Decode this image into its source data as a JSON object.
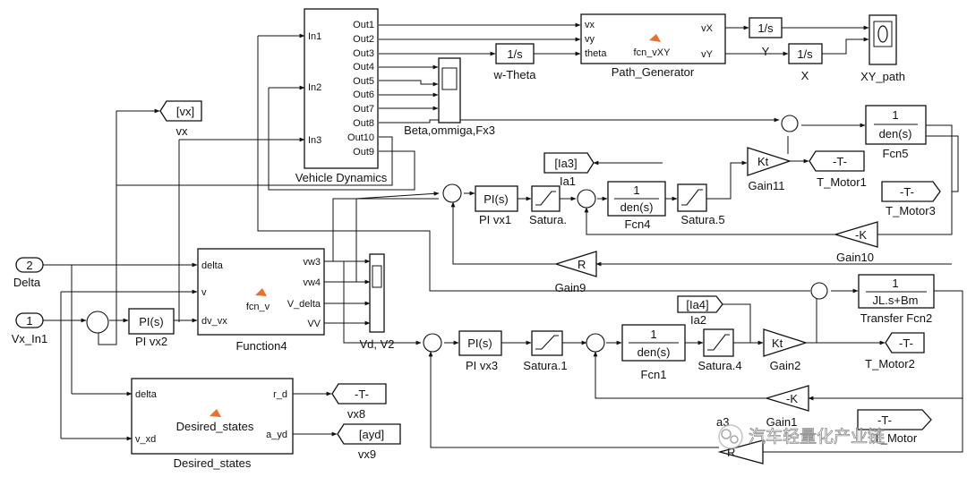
{
  "vehicle_dynamics": {
    "name": "Vehicle Dynamics",
    "inputs": [
      "In1",
      "In2",
      "In3"
    ],
    "outputs": [
      "Out1",
      "Out2",
      "Out3",
      "Out4",
      "Out5",
      "Out6",
      "Out7",
      "Out8",
      "Out10",
      "Out9"
    ]
  },
  "scope_beta": {
    "name": "Beta,ommiga,Fx3"
  },
  "integrator_theta": {
    "text": "1/s",
    "name": "w-Theta"
  },
  "path_generator": {
    "name": "Path_Generator",
    "fcn": "fcn_vXY",
    "inputs": [
      "vx",
      "vy",
      "theta"
    ],
    "outputs": [
      "vX",
      "vY"
    ]
  },
  "integrator_y": {
    "text": "1/s",
    "name": "Y"
  },
  "integrator_x": {
    "text": "1/s",
    "name": "X"
  },
  "xy_graph": {
    "name": "XY_path"
  },
  "goto_vx": {
    "text": "[vx]",
    "name": "vx"
  },
  "goto_ia3": {
    "text": "[Ia3]",
    "name": "Ia1"
  },
  "goto_ia4": {
    "text": "[Ia4]",
    "name": "Ia2"
  },
  "goto_vx8": {
    "text": "-T-",
    "name": "vx8"
  },
  "goto_vx9": {
    "text": "[ayd]",
    "name": "vx9"
  },
  "goto_t_motor1": {
    "text": "-T-",
    "name": "T_Motor1"
  },
  "goto_t_motor2": {
    "text": "-T-",
    "name": "T_Motor2"
  },
  "from_t_motor3": {
    "text": "-T-",
    "name": "T_Motor3"
  },
  "from_t_motor4": {
    "text": "-T-",
    "name": "T_Motor"
  },
  "fcn5": {
    "num": "1",
    "den": "den(s)",
    "name": "Fcn5"
  },
  "fcn4": {
    "num": "1",
    "den": "den(s)",
    "name": "Fcn4"
  },
  "fcn1": {
    "num": "1",
    "den": "den(s)",
    "name": "Fcn1"
  },
  "transfer_fcn2": {
    "num": "1",
    "den": "JL.s+Bm",
    "name": "Transfer Fcn2"
  },
  "pi_vx1": {
    "text": "PI(s)",
    "name": "PI  vx1"
  },
  "pi_vx2": {
    "text": "PI(s)",
    "name": "PI  vx2"
  },
  "pi_vx3": {
    "text": "PI(s)",
    "name": "PI  vx3"
  },
  "satura": {
    "name": "Satura."
  },
  "satura5": {
    "name": "Satura.5"
  },
  "satura1": {
    "name": "Satura.1"
  },
  "satura4": {
    "name": "Satura.4"
  },
  "gain11": {
    "text": "Kt",
    "name": "Gain11"
  },
  "gain2": {
    "text": "Kt",
    "name": "Gain2"
  },
  "gain10": {
    "text": "-K",
    "name": "Gain10"
  },
  "gain1": {
    "text": "-K",
    "name": "Gain1"
  },
  "gain9": {
    "text": "R",
    "name": "Gain9"
  },
  "gain_r2": {
    "text": "R"
  },
  "label_ia3_partial": {
    "text": "a3"
  },
  "inport_delta": {
    "number": "2",
    "name": "Delta"
  },
  "inport_vx": {
    "number": "1",
    "name": "Vx_In1"
  },
  "function4": {
    "name": "Function4",
    "fcn": "fcn_v",
    "inputs": [
      "delta",
      "v",
      "dv_vx"
    ],
    "outputs": [
      "vw3",
      "vw4",
      "V_delta",
      "VV"
    ]
  },
  "scope_vd": {
    "name": "Vd, V2"
  },
  "desired_states": {
    "name": "Desired_states",
    "fcn": "Desired_states",
    "inputs": [
      "delta",
      "v_xd"
    ],
    "outputs": [
      "r_d",
      "a_yd"
    ]
  },
  "watermark": {
    "text": "汽车轻量化产业链"
  }
}
